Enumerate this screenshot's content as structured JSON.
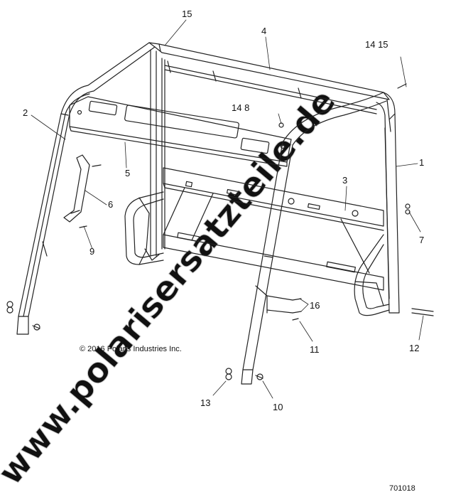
{
  "diagram": {
    "callouts": [
      "1",
      "2",
      "3",
      "4",
      "5",
      "6",
      "7",
      "8",
      "9",
      "10",
      "11",
      "12",
      "13",
      "14",
      "15",
      "16"
    ],
    "callout_14_8": "14  8",
    "callout_14_15": "14 15",
    "copyright": "© 2016 Polaris Industries Inc.",
    "ref_number": "701018"
  },
  "watermark": {
    "text": "www.polarisersatzteile.de",
    "color": "#d9d9d9"
  },
  "colors": {
    "line": "#222222",
    "background": "#ffffff"
  }
}
